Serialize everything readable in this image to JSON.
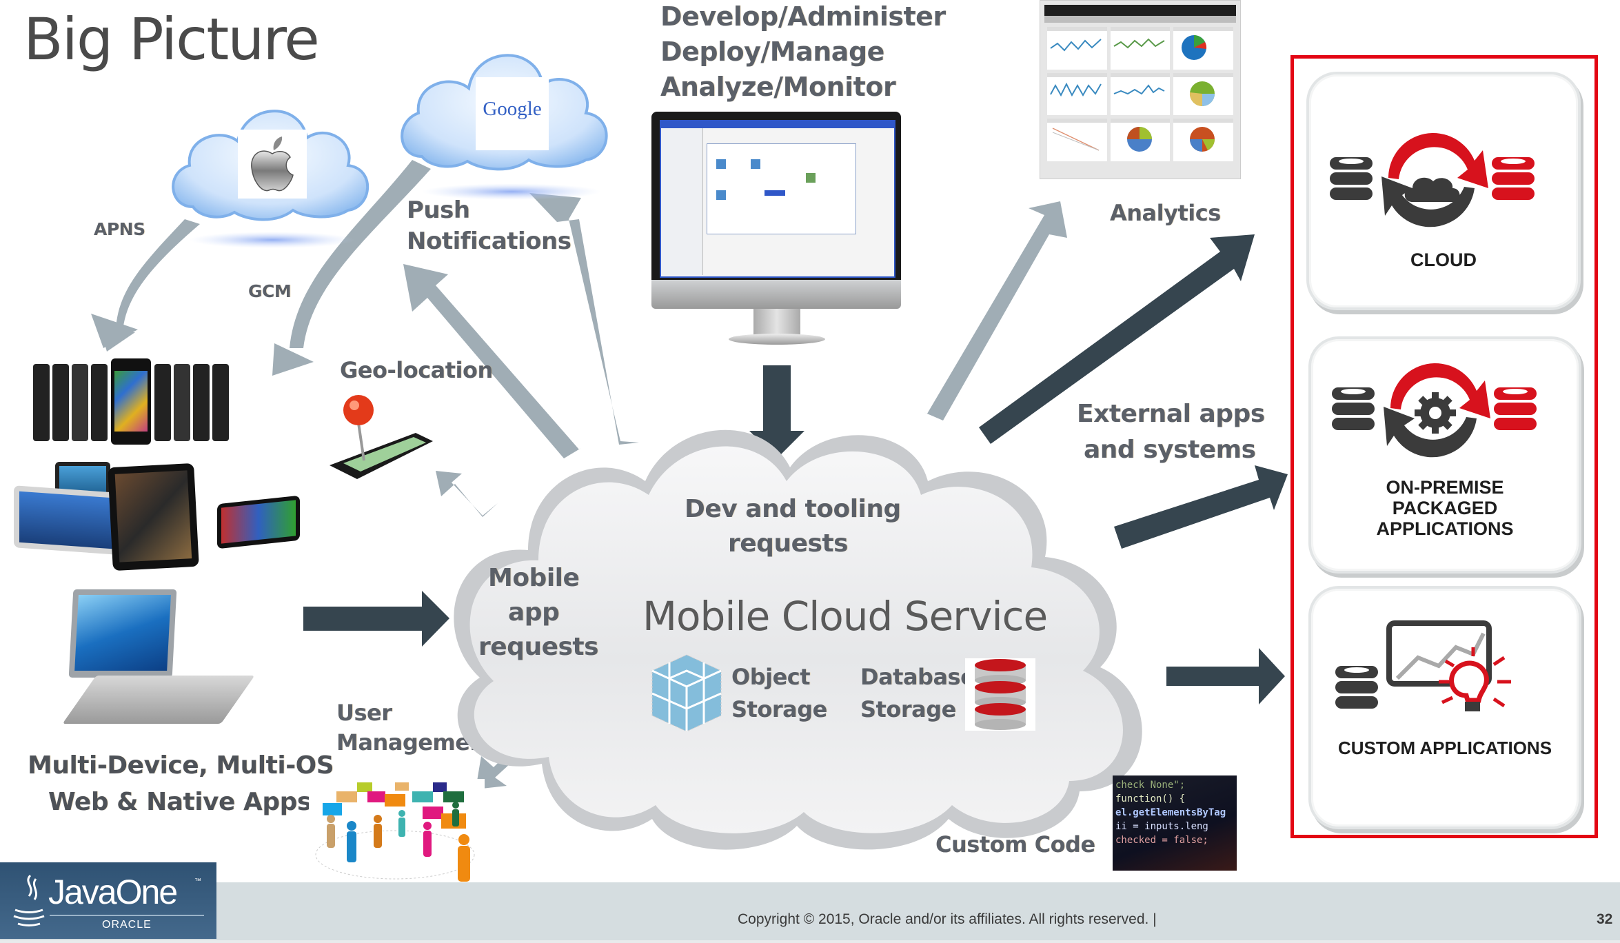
{
  "slide": {
    "title": "Big Picture",
    "page_number": "32"
  },
  "colors": {
    "dark_arrow": "#36454f",
    "light_arrow": "#a0adb5",
    "accent_red": "#e30613",
    "footer_bg": "#d5dde0",
    "label_text": "#5b6068"
  },
  "push": {
    "apple_label": "APNS",
    "google_label": "GCM",
    "google_logo_text": "Google",
    "heading_line1": "Push",
    "heading_line2": "Notifications"
  },
  "devices": {
    "caption_line1": "Multi-Device, Multi-OS",
    "caption_line2": "Web & Native Apps"
  },
  "tooling": {
    "line1": "Develop/Administer",
    "line2": "Deploy/Manage",
    "line3": "Analyze/Monitor"
  },
  "labels": {
    "geo_location": "Geo-location",
    "user_management_line1": "User",
    "user_management_line2": "Management",
    "analytics": "Analytics",
    "external_line1": "External apps",
    "external_line2": "and systems",
    "custom_code": "Custom Code"
  },
  "mcs": {
    "name": "Mobile Cloud Service",
    "dev_requests_line1": "Dev and tooling",
    "dev_requests_line2": "requests",
    "mobile_requests_line1": "Mobile",
    "mobile_requests_line2": "app",
    "mobile_requests_line3": "requests",
    "object_storage_line1": "Object",
    "object_storage_line2": "Storage",
    "database_storage_line1": "Database",
    "database_storage_line2": "Storage"
  },
  "targets": [
    {
      "label_lines": [
        "CLOUD"
      ],
      "icon": "cloud-sync-icon"
    },
    {
      "label_lines": [
        "ON-PREMISE",
        "PACKAGED",
        "APPLICATIONS"
      ],
      "icon": "gear-sync-icon"
    },
    {
      "label_lines": [
        "CUSTOM APPLICATIONS"
      ],
      "icon": "analytics-lightbulb-icon"
    }
  ],
  "code_snippet": {
    "lines": [
      "check None\";",
      "function() {",
      "el.getElementsByTag",
      "ii = inputs.leng",
      "checked = false;"
    ]
  },
  "footer": {
    "brand": "JavaOne",
    "brand_tm": "™",
    "sub_brand": "ORACLE",
    "copyright": "Copyright © 2015, Oracle and/or its affiliates. All rights reserved.  |"
  }
}
